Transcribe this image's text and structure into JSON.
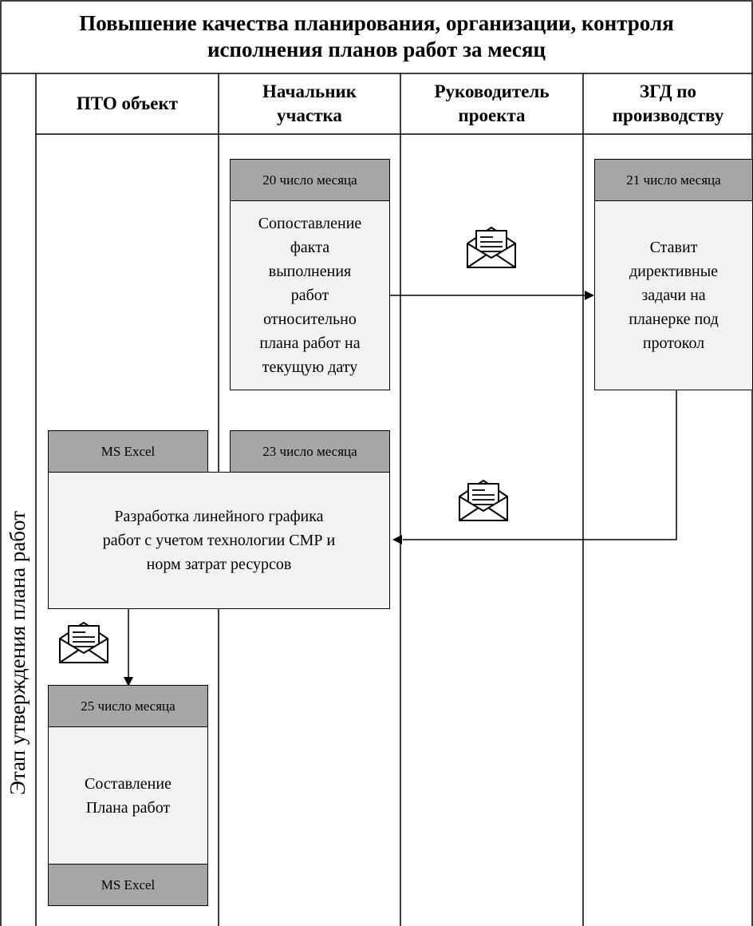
{
  "title_lines": [
    "Повышение качества планирования, организации, контроля",
    "исполнения планов работ за месяц"
  ],
  "stage_label": "Этап утверждения плана работ",
  "lanes": [
    {
      "lines": [
        "ПТО объект"
      ]
    },
    {
      "lines": [
        "Начальник",
        "участка"
      ]
    },
    {
      "lines": [
        "Руководитель",
        "проекта"
      ]
    },
    {
      "lines": [
        "ЗГД по",
        "производству"
      ]
    }
  ],
  "boxes": {
    "compare": {
      "header": "20 число месяца",
      "lines": [
        "Сопоставление",
        "факта",
        "выполнения",
        "работ",
        "относительно",
        "плана работ на",
        "текущую дату"
      ]
    },
    "directive": {
      "header": "21 число месяца",
      "lines": [
        "Ставит",
        "директивные",
        "задачи на",
        "планерке под",
        "протокол"
      ]
    },
    "schedule": {
      "tag_left": "MS Excel",
      "tag_right": "23 число месяца",
      "lines": [
        "Разработка линейного графика",
        "работ с учетом технологии СМР и",
        "норм затрат ресурсов"
      ]
    },
    "plan": {
      "header": "25 число месяца",
      "lines": [
        "Составление",
        "Плана работ"
      ],
      "footer": "MS Excel"
    }
  },
  "icons": [
    "envelope-icon",
    "envelope-icon",
    "envelope-icon"
  ]
}
